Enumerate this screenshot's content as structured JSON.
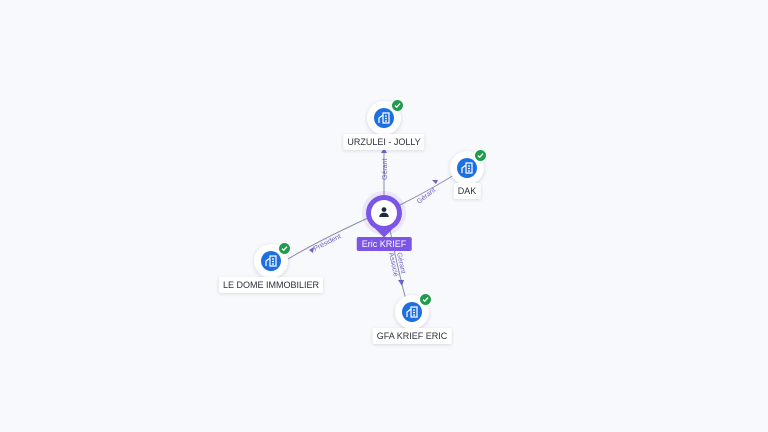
{
  "center": {
    "name": "Eric KRIEF",
    "icon": "person-icon",
    "color": "#7b55e6"
  },
  "companies": [
    {
      "name": "URZULEI - JOLLY",
      "icon": "building-icon",
      "verified_icon": "check-icon"
    },
    {
      "name": "DAK",
      "icon": "building-icon",
      "verified_icon": "check-icon"
    },
    {
      "name": "LE DOME IMMOBILIER",
      "icon": "building-icon",
      "verified_icon": "check-icon"
    },
    {
      "name": "GFA KRIEF ERIC",
      "icon": "building-icon",
      "verified_icon": "check-icon"
    }
  ],
  "relations": [
    {
      "to": "URZULEI - JOLLY",
      "roles": [
        "Gérant"
      ]
    },
    {
      "to": "DAK",
      "roles": [
        "Gérant"
      ]
    },
    {
      "to": "LE DOME IMMOBILIER",
      "roles": [
        "Président"
      ]
    },
    {
      "to": "GFA KRIEF ERIC",
      "roles": [
        "Gérant",
        "Associé"
      ]
    }
  ],
  "colors": {
    "node": "#1e6fe0",
    "verified": "#1f9d4d",
    "edge_label": "#6c63c9",
    "background": "#f8f9fc"
  }
}
